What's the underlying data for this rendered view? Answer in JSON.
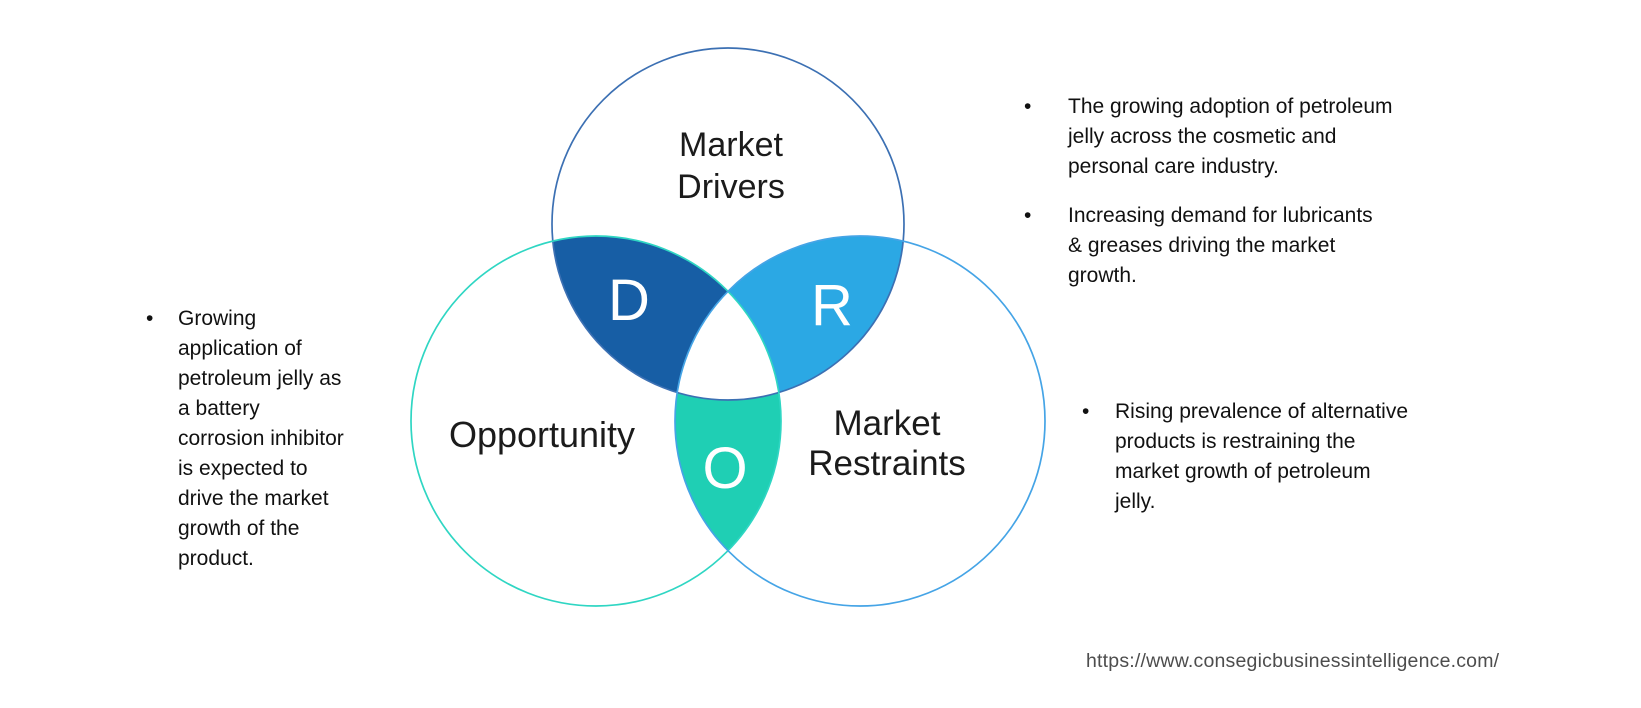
{
  "bullet_char": "•",
  "venn": {
    "circles": {
      "drivers": {
        "label": "Market\nDrivers",
        "letter": "D",
        "stroke": "#3C70B3",
        "lens_fill": "#175EA5"
      },
      "opportunity": {
        "label": "Opportunity",
        "letter": "O",
        "stroke": "#2FD6C3",
        "lens_fill": "#1FCFB4"
      },
      "restraints": {
        "label": "Market\nRestraints",
        "letter": "R",
        "stroke": "#45A4E6",
        "lens_fill": "#2BA8E4"
      }
    },
    "center_fill": "#ffffff"
  },
  "notes": {
    "opportunity": {
      "items": [
        {
          "text": "Growing\napplication of\npetroleum jelly as\na battery\ncorrosion inhibitor\nis expected to\ndrive the market\ngrowth of the\nproduct."
        }
      ]
    },
    "drivers": {
      "items": [
        {
          "text": "The growing adoption of petroleum\njelly across the cosmetic and\npersonal care industry."
        },
        {
          "text": "Increasing demand for lubricants\n& greases driving the market\ngrowth."
        }
      ]
    },
    "restraints": {
      "items": [
        {
          "text": "Rising prevalence of alternative\nproducts is restraining the\nmarket growth of petroleum\njelly."
        }
      ]
    }
  },
  "footer": {
    "url": "https://www.consegicbusinessintelligence.com/"
  }
}
